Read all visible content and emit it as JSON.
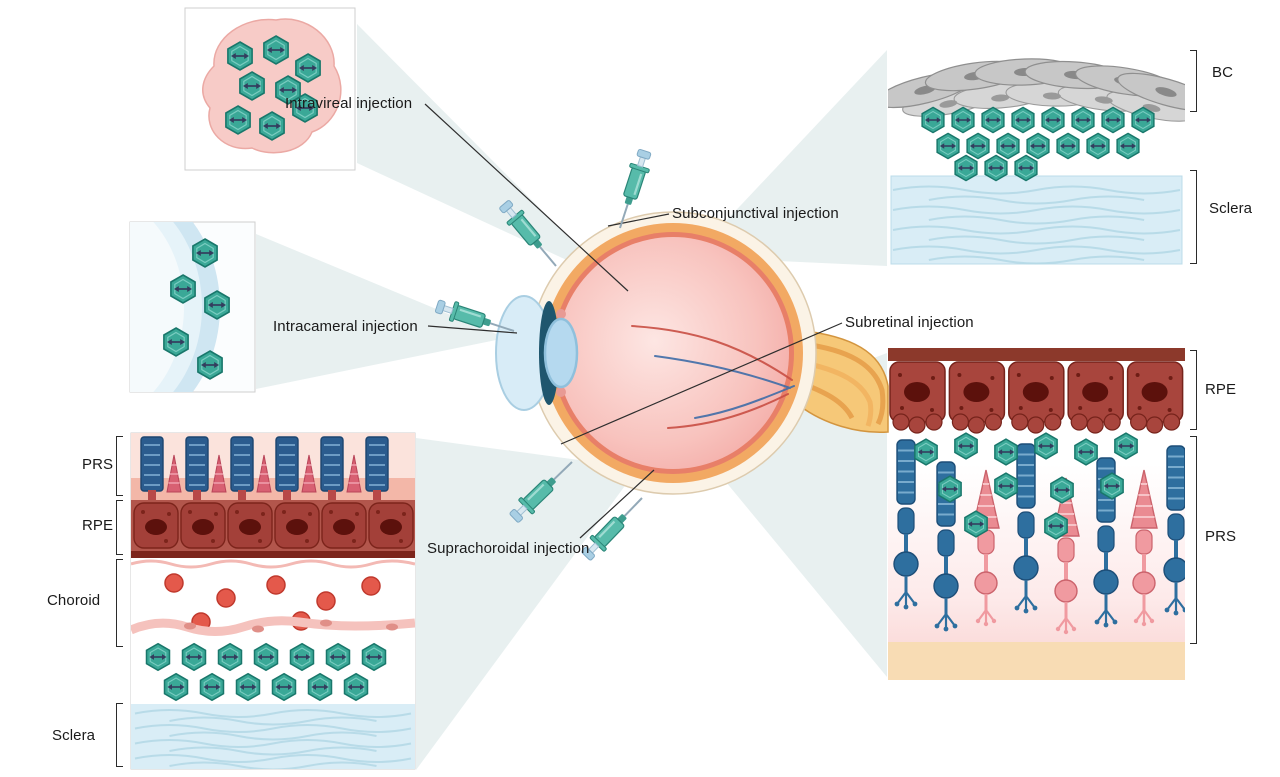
{
  "figure": {
    "type": "scientific-illustration",
    "subject": "Ocular injection routes for nanoparticle delivery to the eye",
    "injection_labels": {
      "intravitreal": "Intravireal injection",
      "subconjunctival": "Subconjunctival injection",
      "intracameral": "Intracameral injection",
      "subretinal": "Subretinal injection",
      "suprachoroidal": "Suprachoroidal injection"
    },
    "tissue_labels": {
      "bc": "BC",
      "sclera_top_right": "Sclera",
      "rpe_bottom_right": "RPE",
      "prs_bottom_right": "PRS",
      "prs_bottom_left": "PRS",
      "rpe_bottom_left": "RPE",
      "choroid_bottom_left": "Choroid",
      "sclera_bottom_left": "Sclera"
    },
    "icons": {
      "nanoparticle": "hexagonal-nanoparticle-with-double-arrow-icon",
      "syringe": "syringe-icon",
      "eye": "eye-cross-section-illustration"
    },
    "colors": {
      "nanoparticle_teal": "#3aa897",
      "beam_tint": "#e8f0f0",
      "vitreous_pink": "#f6b8b4",
      "choroid_orange": "#f2a963",
      "sclera_blue": "#d9edf6",
      "rpe_red": "#a34039",
      "rod_blue": "#2e6f9f",
      "cone_pink": "#ea8b92",
      "conjunctiva_gray": "#c9c9c9"
    }
  }
}
